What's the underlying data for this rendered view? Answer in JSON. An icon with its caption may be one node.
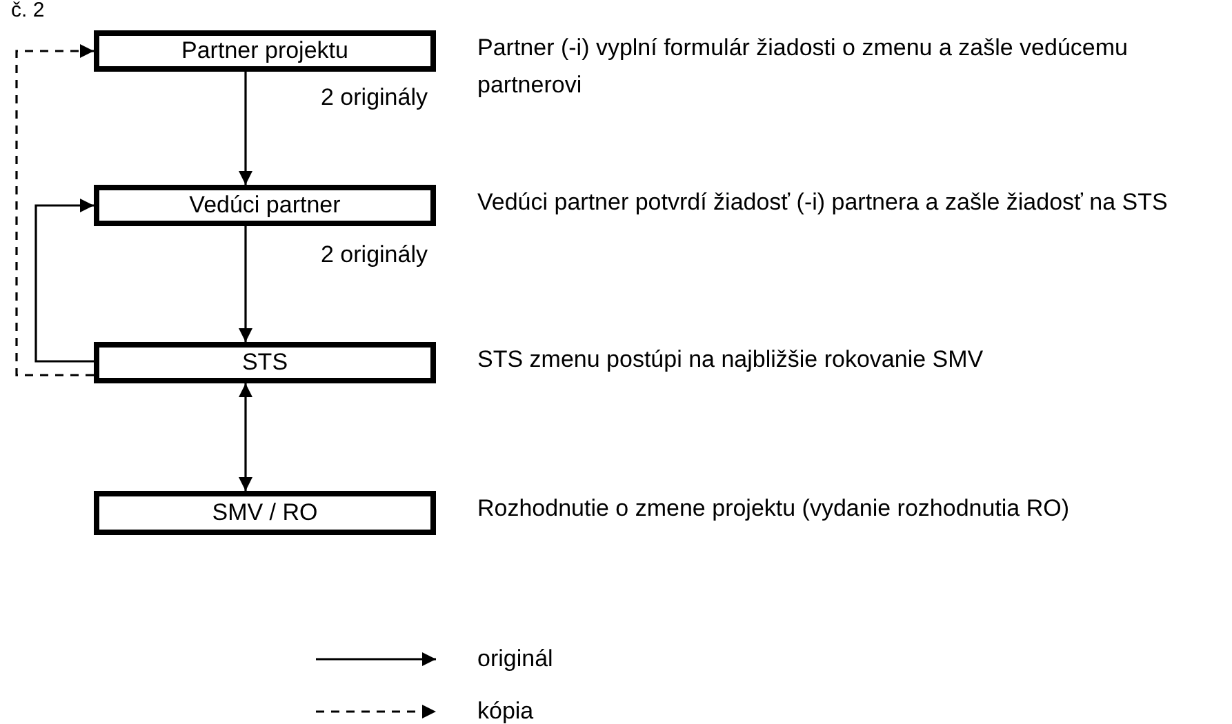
{
  "diagram": {
    "nodes": [
      {
        "text": [
          "Partner projektu"
        ],
        "beside": [
          "Partner (-i) vyplní formulár žiadosti o zmenu a zašle vedúcemu partnerovi"
        ]
      },
      {
        "text": [
          "Vedúci partner"
        ],
        "beside": [
          "Vedúci partner potvrdí žiadosť (-i) partnera a zašle žiadosť na STS"
        ]
      },
      {
        "text": [
          "STS"
        ],
        "beside": [
          "STS zmenu postúpi na najbližšie rokovanie SMV"
        ]
      },
      {
        "text": [
          "SMV / RO"
        ],
        "beside": [
          "Rozhodnutie o zmene projektu (vydanie rozhodnutia RO)"
        ]
      }
    ],
    "edges": [
      {
        "from": 0,
        "to": 1,
        "arrow": "to",
        "label": "2 originály"
      },
      {
        "from": 1,
        "to": 2,
        "arrow": "to",
        "label": "2 originály"
      },
      {
        "from": 2,
        "to": 1,
        "arrow": "to"
      },
      {
        "from": 2,
        "to": 0,
        "arrow": "to",
        "style": "dashed"
      },
      {
        "from": 2,
        "to": 3,
        "arrow": "both"
      }
    ],
    "labels": [
      "č. 2"
    ],
    "legend": [
      {
        "text": "originál"
      },
      {
        "text": "kópia"
      }
    ]
  }
}
